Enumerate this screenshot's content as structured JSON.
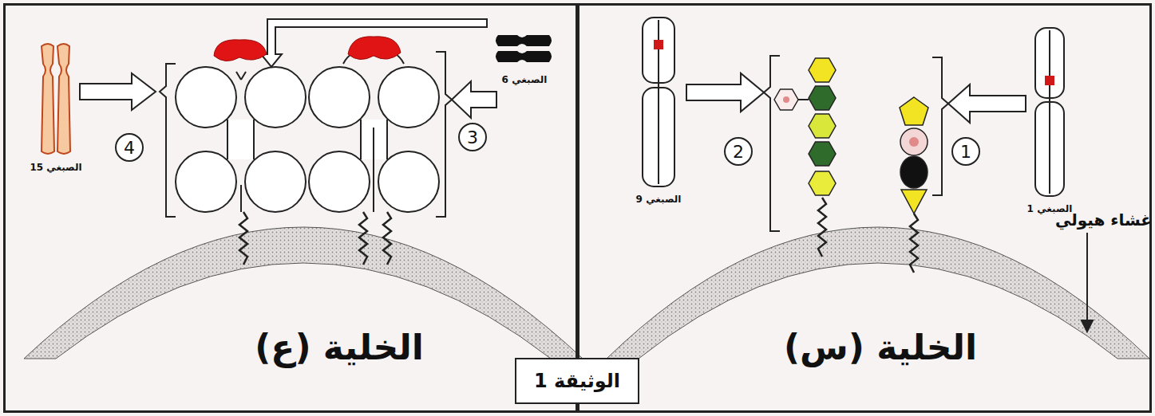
{
  "diagram": {
    "nodes": [
      {
        "text": [
          "الخلية (س)"
        ]
      },
      {
        "text": [
          "الخلية (ع)"
        ]
      },
      {
        "text": [
          "الوثيقة 1"
        ]
      }
    ],
    "labels": [
      "الصبغي 1",
      "1",
      "الصبغي 9",
      "2",
      "غشاء هيولي",
      "الصبغي 6",
      "3",
      "الصبغي 15",
      "4"
    ]
  }
}
